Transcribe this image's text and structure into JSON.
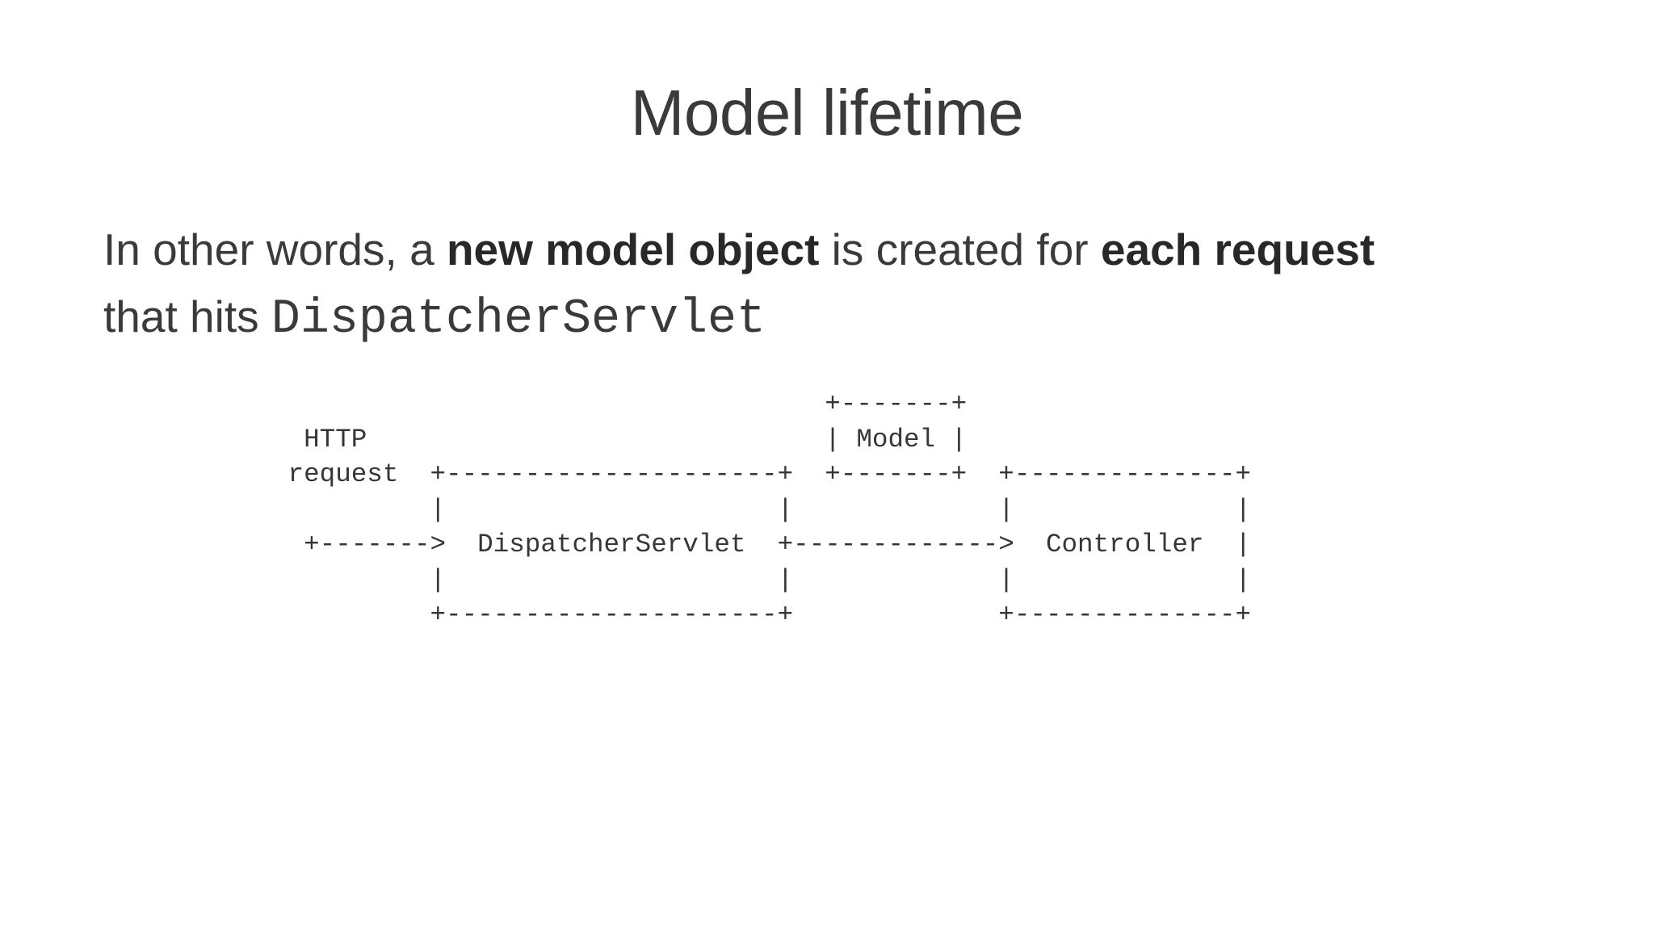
{
  "slide": {
    "title": "Model lifetime",
    "paragraph": {
      "lines": [
        {
          "segments": [
            {
              "text": "In other words, a ",
              "style": "normal"
            },
            {
              "text": "new model object",
              "style": "bold"
            },
            {
              "text": " is created for ",
              "style": "normal"
            },
            {
              "text": "each request",
              "style": "bold"
            }
          ]
        },
        {
          "segments": [
            {
              "text": "that hits ",
              "style": "normal"
            },
            {
              "text": "DispatcherServlet",
              "style": "code"
            }
          ]
        }
      ]
    },
    "ascii_diagram": {
      "lines": [
        "                                   +-------+",
        "  HTTP                             | Model |",
        " request  +---------------------+  +-------+  +--------------+",
        "          |                     |             |              |",
        "  +------->  DispatcherServlet  +------------->  Controller  |",
        "          |                     |             |              |",
        "          +---------------------+             +--------------+"
      ]
    },
    "colors": {
      "background": "#ffffff",
      "text": "#3a3a3a",
      "bold_text": "#282828",
      "diagram_text": "#363636"
    }
  }
}
